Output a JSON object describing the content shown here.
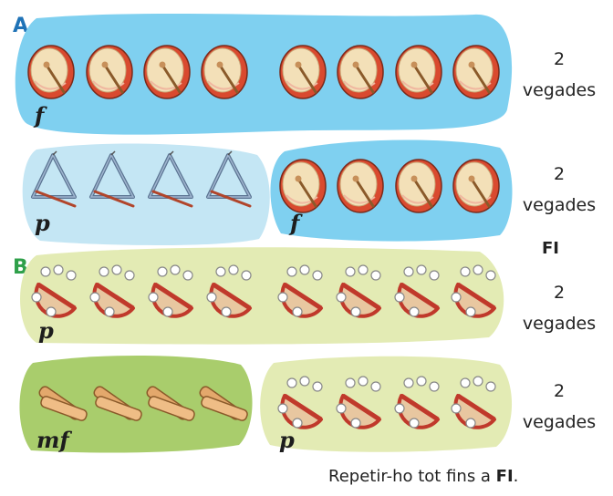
{
  "sections": [
    {
      "letter": "A",
      "color": "#1f73b7"
    },
    {
      "letter": "B",
      "color": "#2fa04a"
    }
  ],
  "rows": [
    {
      "groups": [
        {
          "instrument": "drum-icon",
          "count": 8,
          "dynamic": "f"
        }
      ],
      "repeat": [
        "2",
        "vegades"
      ]
    },
    {
      "groups": [
        {
          "instrument": "triangle-icon",
          "count": 4,
          "dynamic": "p"
        },
        {
          "instrument": "drum-icon",
          "count": 4,
          "dynamic": "f"
        }
      ],
      "repeat": [
        "2",
        "vegades"
      ]
    },
    {
      "groups": [
        {
          "instrument": "tambourine-icon",
          "count": 8,
          "dynamic": "p"
        }
      ],
      "repeat": [
        "2",
        "vegades"
      ]
    },
    {
      "groups": [
        {
          "instrument": "claves-icon",
          "count": 4,
          "dynamic": "mf"
        },
        {
          "instrument": "tambourine-icon",
          "count": 4,
          "dynamic": "p"
        }
      ],
      "repeat": [
        "2",
        "vegades"
      ]
    }
  ],
  "fi_label": "FI",
  "footer": {
    "text": "Repetir-ho tot fins a ",
    "bold": "FI",
    "end": "."
  },
  "colors": {
    "blue_blob": "#7fd0f0",
    "light_blue_blob": "#c4e6f4",
    "light_green_blob": "#e3ebb4",
    "green_blob": "#a9cd6c"
  }
}
